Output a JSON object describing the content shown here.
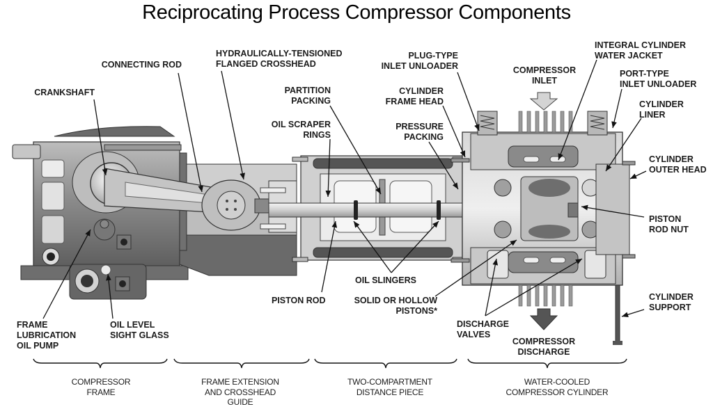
{
  "title": "Reciprocating Process Compressor Components",
  "labels": {
    "connecting_rod": "CONNECTING ROD",
    "crosshead": "HYDRAULICALLY-TENSIONED\nFLANGED CROSSHEAD",
    "crankshaft": "CRANKSHAFT",
    "partition_packing": "PARTITION\nPACKING",
    "oil_scraper_rings": "OIL SCRAPER\nRINGS",
    "plug_type_unloader": "PLUG-TYPE\nINLET UNLOADER",
    "cylinder_frame_head": "CYLINDER\nFRAME HEAD",
    "pressure_packing": "PRESSURE\nPACKING",
    "compressor_inlet": "COMPRESSOR\nINLET",
    "water_jacket": "INTEGRAL CYLINDER\nWATER JACKET",
    "port_type_unloader": "PORT-TYPE\nINLET UNLOADER",
    "cylinder_liner": "CYLINDER\nLINER",
    "cylinder_outer_head": "CYLINDER\nOUTER HEAD",
    "piston_rod_nut": "PISTON\nROD NUT",
    "cylinder_support": "CYLINDER\nSUPPORT",
    "oil_slingers": "OIL SLINGERS",
    "piston_rod": "PISTON ROD",
    "pistons": "SOLID OR HOLLOW\nPISTONS*",
    "discharge_valves": "DISCHARGE\nVALVES",
    "compressor_discharge": "COMPRESSOR\nDISCHARGE",
    "oil_pump": "FRAME\nLUBRICATION\nOIL PUMP",
    "sight_glass": "OIL LEVEL\nSIGHT GLASS"
  },
  "sections": [
    "COMPRESSOR\nFRAME",
    "FRAME EXTENSION\nAND CROSSHEAD\nGUIDE",
    "TWO-COMPARTMENT\nDISTANCE PIECE",
    "WATER-COOLED\nCOMPRESSOR CYLINDER"
  ],
  "colors": {
    "dark_metal": "#5a5a5a",
    "mid_metal": "#8a8a8a",
    "light_metal": "#cfcfcf",
    "pale_metal": "#e6e6e6",
    "outline": "#2a2a2a",
    "arrow_light": "#d4d4d4",
    "arrow_dark": "#555555"
  }
}
